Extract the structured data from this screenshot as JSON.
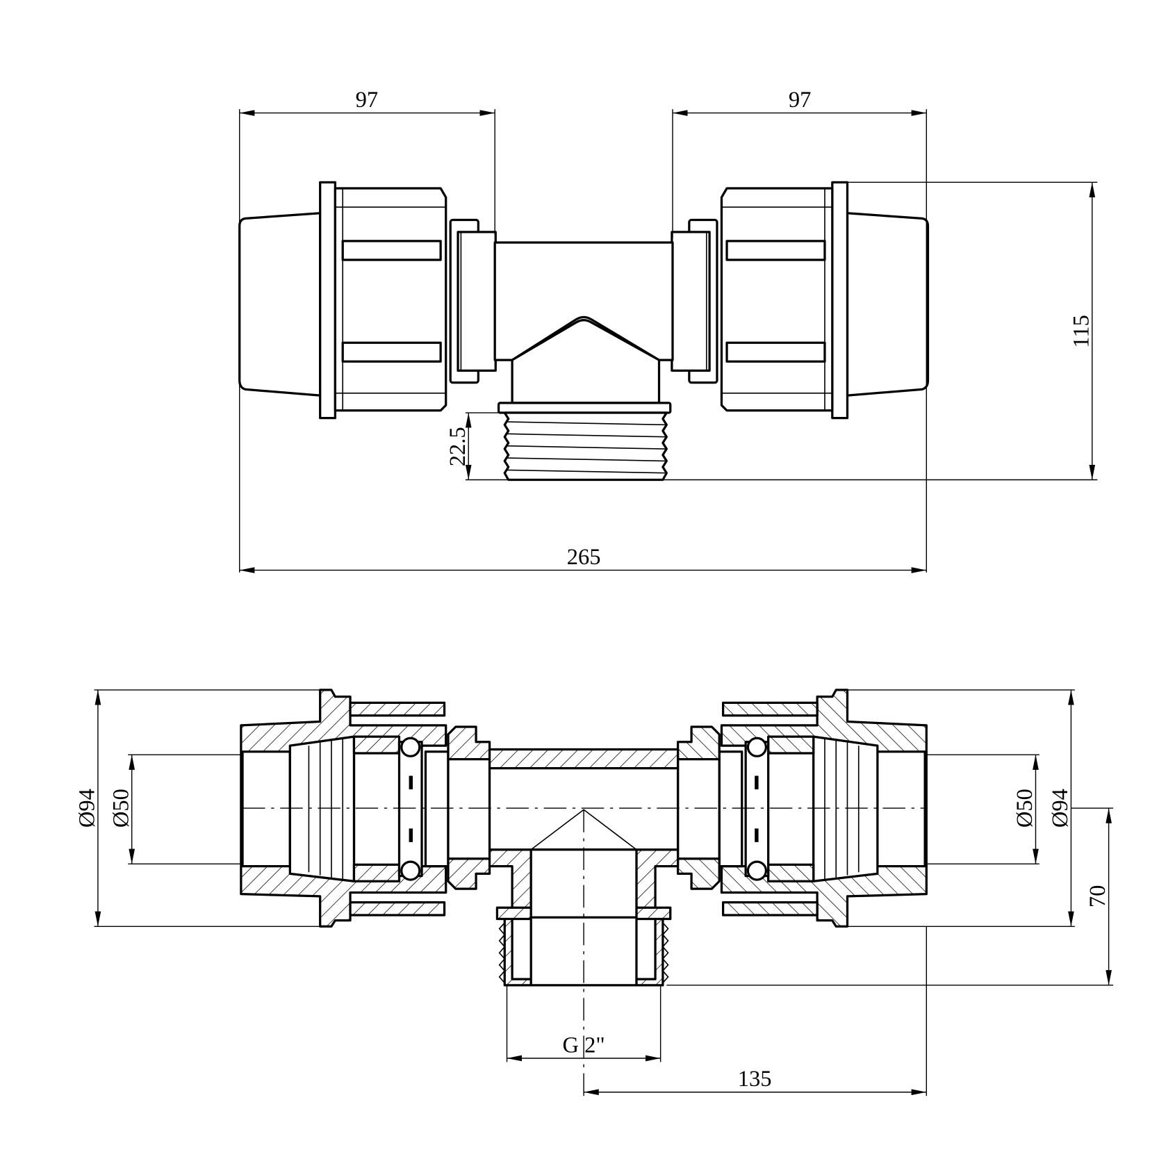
{
  "top_view": {
    "dim_left_length": "97",
    "dim_right_length": "97",
    "dim_total_length": "265",
    "dim_height": "115",
    "dim_thread_length": "22.5"
  },
  "section_view": {
    "dim_left_outer_diameter": "Ø94",
    "dim_left_inner_diameter": "Ø50",
    "dim_right_inner_diameter": "Ø50",
    "dim_right_outer_diameter": "Ø94",
    "dim_branch_height": "70",
    "dim_thread_size": "G 2\"",
    "dim_half_length": "135"
  }
}
